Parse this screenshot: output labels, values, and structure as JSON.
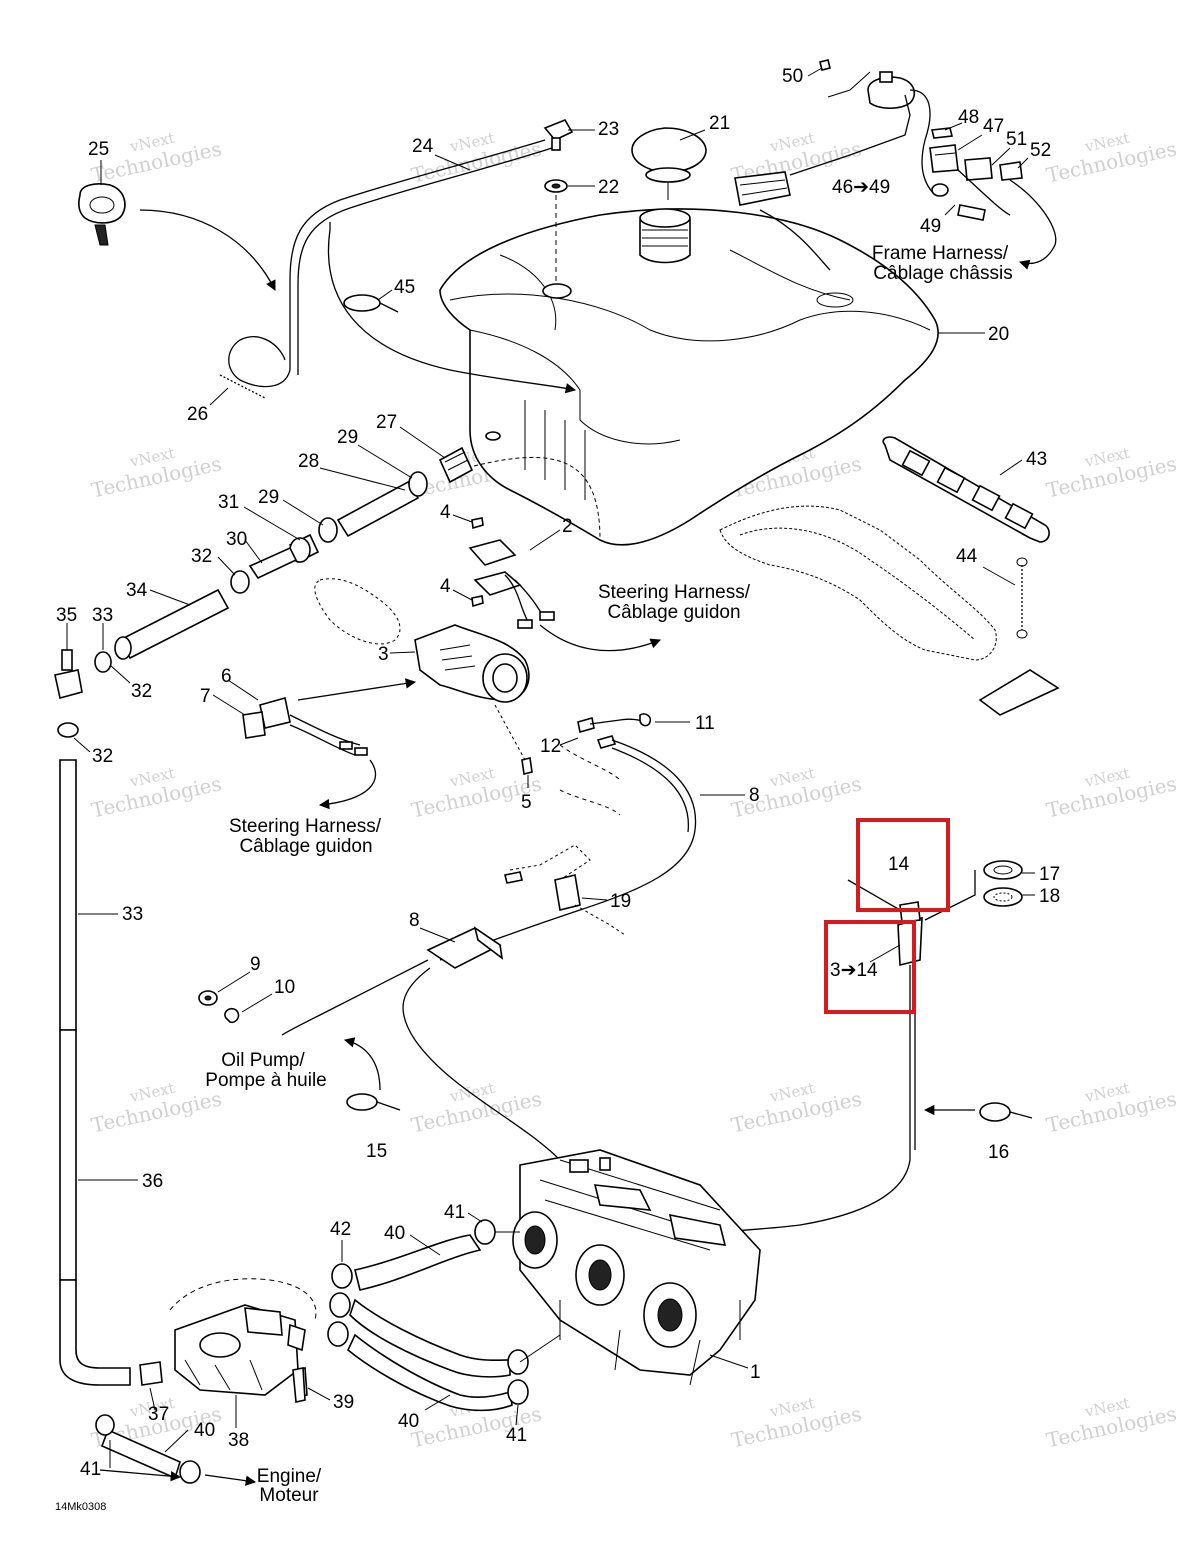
{
  "diagram_code": "14Mk0308",
  "harness_labels": {
    "frame": [
      "Frame Harness/",
      "Câblage châssis"
    ],
    "steering_upper": [
      "Steering Harness/",
      "Câblage guidon"
    ],
    "steering_lower": [
      "Steering Harness/",
      "Câblage guidon"
    ],
    "oil_pump": [
      "Oil Pump/",
      "Pompe à huile"
    ],
    "engine": [
      "Engine/",
      "Moteur"
    ]
  },
  "callouts": [
    {
      "id": "50",
      "text": "50"
    },
    {
      "id": "21",
      "text": "21"
    },
    {
      "id": "23",
      "text": "23"
    },
    {
      "id": "24",
      "text": "24"
    },
    {
      "id": "25",
      "text": "25"
    },
    {
      "id": "22",
      "text": "22"
    },
    {
      "id": "48",
      "text": "48"
    },
    {
      "id": "47",
      "text": "47"
    },
    {
      "id": "51",
      "text": "51"
    },
    {
      "id": "52",
      "text": "52"
    },
    {
      "id": "46-49",
      "text": "46➔49"
    },
    {
      "id": "49",
      "text": "49"
    },
    {
      "id": "45",
      "text": "45"
    },
    {
      "id": "20",
      "text": "20"
    },
    {
      "id": "26",
      "text": "26"
    },
    {
      "id": "27",
      "text": "27"
    },
    {
      "id": "29a",
      "text": "29"
    },
    {
      "id": "28",
      "text": "28"
    },
    {
      "id": "43",
      "text": "43"
    },
    {
      "id": "31",
      "text": "31"
    },
    {
      "id": "29b",
      "text": "29"
    },
    {
      "id": "4a",
      "text": "4"
    },
    {
      "id": "2",
      "text": "2"
    },
    {
      "id": "30",
      "text": "30"
    },
    {
      "id": "32a",
      "text": "32"
    },
    {
      "id": "44",
      "text": "44"
    },
    {
      "id": "4b",
      "text": "4"
    },
    {
      "id": "34",
      "text": "34"
    },
    {
      "id": "35",
      "text": "35"
    },
    {
      "id": "33a",
      "text": "33"
    },
    {
      "id": "3",
      "text": "3"
    },
    {
      "id": "32b",
      "text": "32"
    },
    {
      "id": "6",
      "text": "6"
    },
    {
      "id": "7",
      "text": "7"
    },
    {
      "id": "11",
      "text": "11"
    },
    {
      "id": "12",
      "text": "12"
    },
    {
      "id": "32c",
      "text": "32"
    },
    {
      "id": "5",
      "text": "5"
    },
    {
      "id": "8a",
      "text": "8"
    },
    {
      "id": "14",
      "text": "14"
    },
    {
      "id": "17",
      "text": "17"
    },
    {
      "id": "18",
      "text": "18"
    },
    {
      "id": "33b",
      "text": "33"
    },
    {
      "id": "19",
      "text": "19"
    },
    {
      "id": "8b",
      "text": "8"
    },
    {
      "id": "3-14",
      "text": "3➔14"
    },
    {
      "id": "9",
      "text": "9"
    },
    {
      "id": "10",
      "text": "10"
    },
    {
      "id": "15",
      "text": "15"
    },
    {
      "id": "16",
      "text": "16"
    },
    {
      "id": "36",
      "text": "36"
    },
    {
      "id": "42",
      "text": "42"
    },
    {
      "id": "41a",
      "text": "41"
    },
    {
      "id": "40a",
      "text": "40"
    },
    {
      "id": "1",
      "text": "1"
    },
    {
      "id": "39",
      "text": "39"
    },
    {
      "id": "37",
      "text": "37"
    },
    {
      "id": "40b",
      "text": "40"
    },
    {
      "id": "40c",
      "text": "40"
    },
    {
      "id": "41b",
      "text": "41"
    },
    {
      "id": "38",
      "text": "38"
    },
    {
      "id": "41c",
      "text": "41"
    }
  ],
  "watermark": {
    "line1": "vNext",
    "line2": "Technologies"
  },
  "colors": {
    "highlight": "#d71920",
    "ink": "#000000",
    "watermark": "#bdbdbd"
  }
}
